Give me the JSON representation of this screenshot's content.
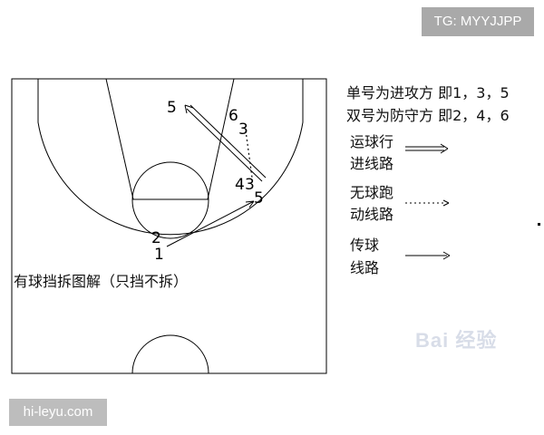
{
  "badges": {
    "top_right": "TG: MYYJJPP",
    "bottom_left": "hi-leyu.com"
  },
  "watermark": "Bai 经验",
  "diagram": {
    "caption": "有球挡拆图解（只挡不拆）",
    "players": {
      "p5_top": "5",
      "p6": "6",
      "p3": "3",
      "p4": "4",
      "p3_low": "3",
      "p5_low": "5",
      "p2": "2",
      "p1": "1"
    }
  },
  "legend": {
    "odd_line": "单号为进攻方  即1，3，5",
    "even_line": "双号为防守方  即2，4，6",
    "dribble_line1": "运球行",
    "dribble_line2": "进线路",
    "offball_line1": "无球跑",
    "offball_line2": "动线路",
    "pass_line1": "传球",
    "pass_line2": "线路"
  }
}
